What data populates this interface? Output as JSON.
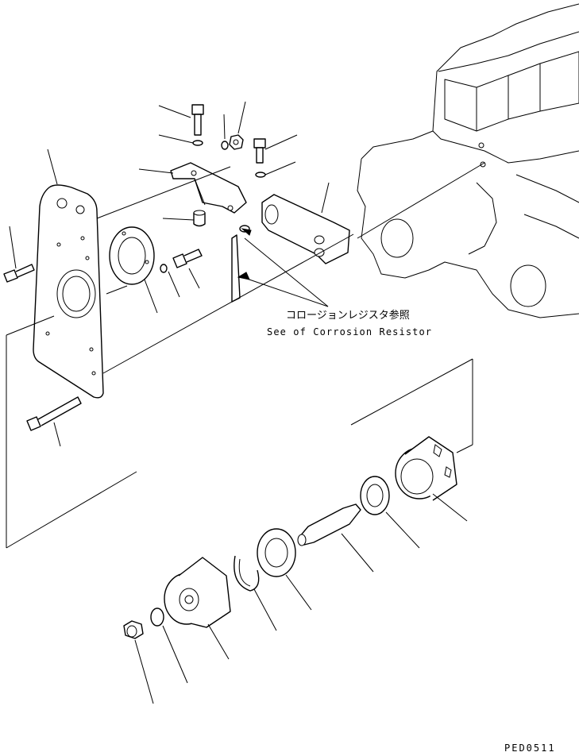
{
  "note": {
    "japanese": "コロージョンレジスタ参照",
    "english": "See of Corrosion Resistor"
  },
  "drawing_code": "PED0511",
  "colors": {
    "ink": "#000000",
    "paper": "#ffffff"
  }
}
